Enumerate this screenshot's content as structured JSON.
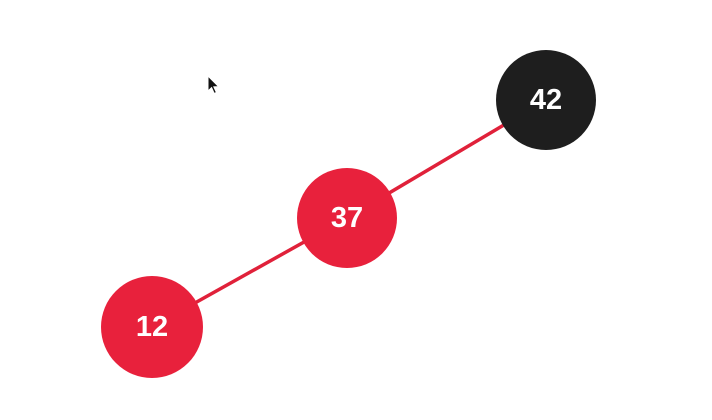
{
  "tree": {
    "colors": {
      "red": "#e8213c",
      "black": "#1e1e1e",
      "edge": "#e0213a",
      "text": "#ffffff",
      "background": "#ffffff"
    },
    "nodes": [
      {
        "id": "n42",
        "value": "42",
        "color": "black"
      },
      {
        "id": "n37",
        "value": "37",
        "color": "red"
      },
      {
        "id": "n12",
        "value": "12",
        "color": "red"
      }
    ],
    "edges": [
      {
        "from": "n42",
        "to": "n37"
      },
      {
        "from": "n37",
        "to": "n12"
      }
    ]
  },
  "cursor": {
    "icon": "mouse-pointer-icon"
  }
}
